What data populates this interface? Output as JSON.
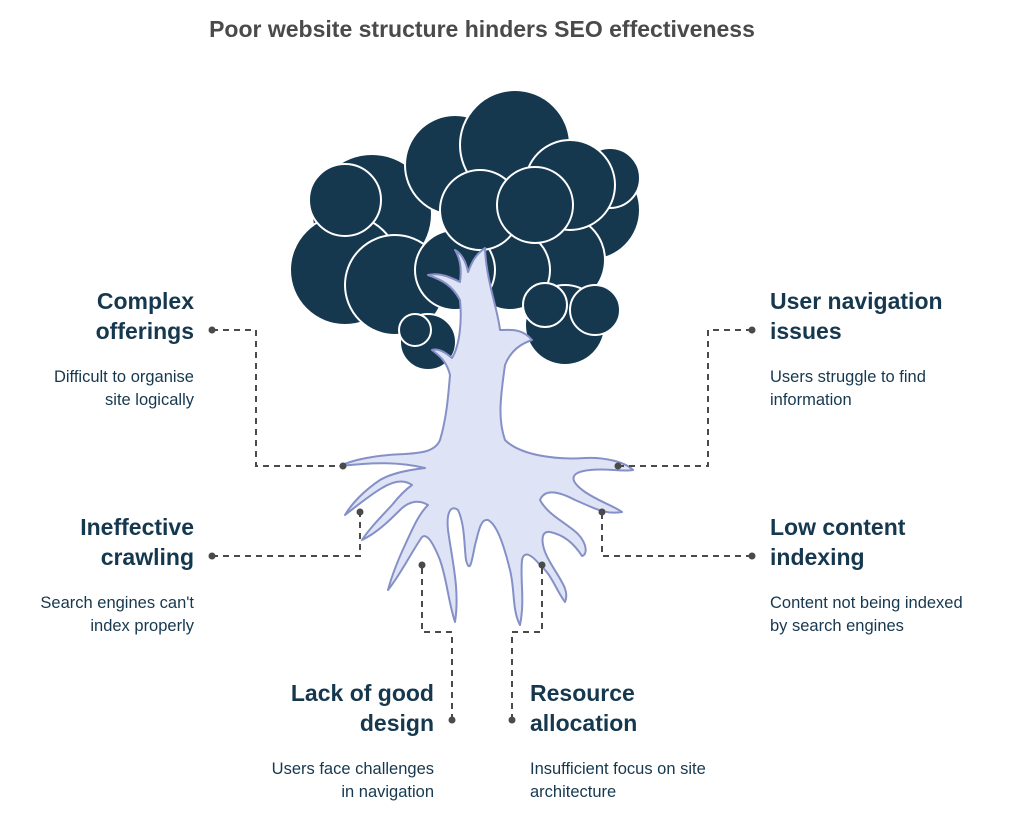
{
  "title": "Poor website structure hinders SEO effectiveness",
  "colors": {
    "canopy": "#16384f",
    "trunk": "#dfe3f6",
    "trunk_outline": "#8591c6",
    "text": "#16384f",
    "title": "#4a4a4a",
    "connector": "#4a4a4a"
  },
  "icons": [
    "tree-icon"
  ],
  "causes": {
    "complex": {
      "heading": "Complex\nofferings",
      "description": "Difficult to organise\nsite logically"
    },
    "crawling": {
      "heading": "Ineffective\ncrawling",
      "description": "Search engines can't\nindex properly"
    },
    "design": {
      "heading": "Lack of good\ndesign",
      "description": "Users face challenges\nin navigation"
    },
    "user": {
      "heading": "User navigation\nissues",
      "description": "Users struggle to find\ninformation"
    },
    "indexing": {
      "heading": "Low content\nindexing",
      "description": "Content not being indexed\nby search engines"
    },
    "resource": {
      "heading": "Resource\nallocation",
      "description": "Insufficient focus on site\narchitecture"
    }
  }
}
